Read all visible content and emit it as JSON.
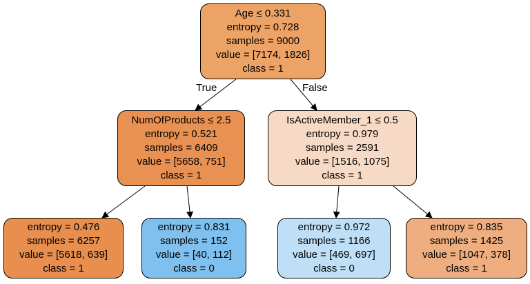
{
  "nodes": [
    {
      "id": "root",
      "split": "Age ≤ 0.331",
      "entropy": "entropy = 0.728",
      "samples": "samples = 9000",
      "value": "value = [7174, 1826]",
      "class": "class = 1",
      "fill": "#eda366"
    },
    {
      "id": "left",
      "split": "NumOfProducts ≤ 2.5",
      "entropy": "entropy = 0.521",
      "samples": "samples = 6409",
      "value": "value = [5658, 751]",
      "class": "class = 1",
      "fill": "#e99152"
    },
    {
      "id": "right",
      "split": "IsActiveMember_1 ≤ 0.5",
      "entropy": "entropy = 0.979",
      "samples": "samples = 2591",
      "value": "value = [1516, 1075]",
      "class": "class = 1",
      "fill": "#f7dac5"
    },
    {
      "id": "leaf-ll",
      "split": "",
      "entropy": "entropy = 0.476",
      "samples": "samples = 6257",
      "value": "value = [5618, 639]",
      "class": "class = 1",
      "fill": "#e88e4e"
    },
    {
      "id": "leaf-lr",
      "split": "",
      "entropy": "entropy = 0.831",
      "samples": "samples = 152",
      "value": "value = [40, 112]",
      "class": "class = 0",
      "fill": "#80c0ee"
    },
    {
      "id": "leaf-rl",
      "split": "",
      "entropy": "entropy = 0.972",
      "samples": "samples = 1166",
      "value": "value = [469, 697]",
      "class": "class = 0",
      "fill": "#bedff6"
    },
    {
      "id": "leaf-rr",
      "split": "",
      "entropy": "entropy = 0.835",
      "samples": "samples = 1425",
      "value": "value = [1047, 378]",
      "class": "class = 1",
      "fill": "#eeae80"
    }
  ],
  "edges": [
    {
      "from": "root",
      "to": "left",
      "label": "True"
    },
    {
      "from": "root",
      "to": "right",
      "label": "False"
    },
    {
      "from": "left",
      "to": "leaf-ll",
      "label": ""
    },
    {
      "from": "left",
      "to": "leaf-lr",
      "label": ""
    },
    {
      "from": "right",
      "to": "leaf-rl",
      "label": ""
    },
    {
      "from": "right",
      "to": "leaf-rr",
      "label": ""
    }
  ]
}
